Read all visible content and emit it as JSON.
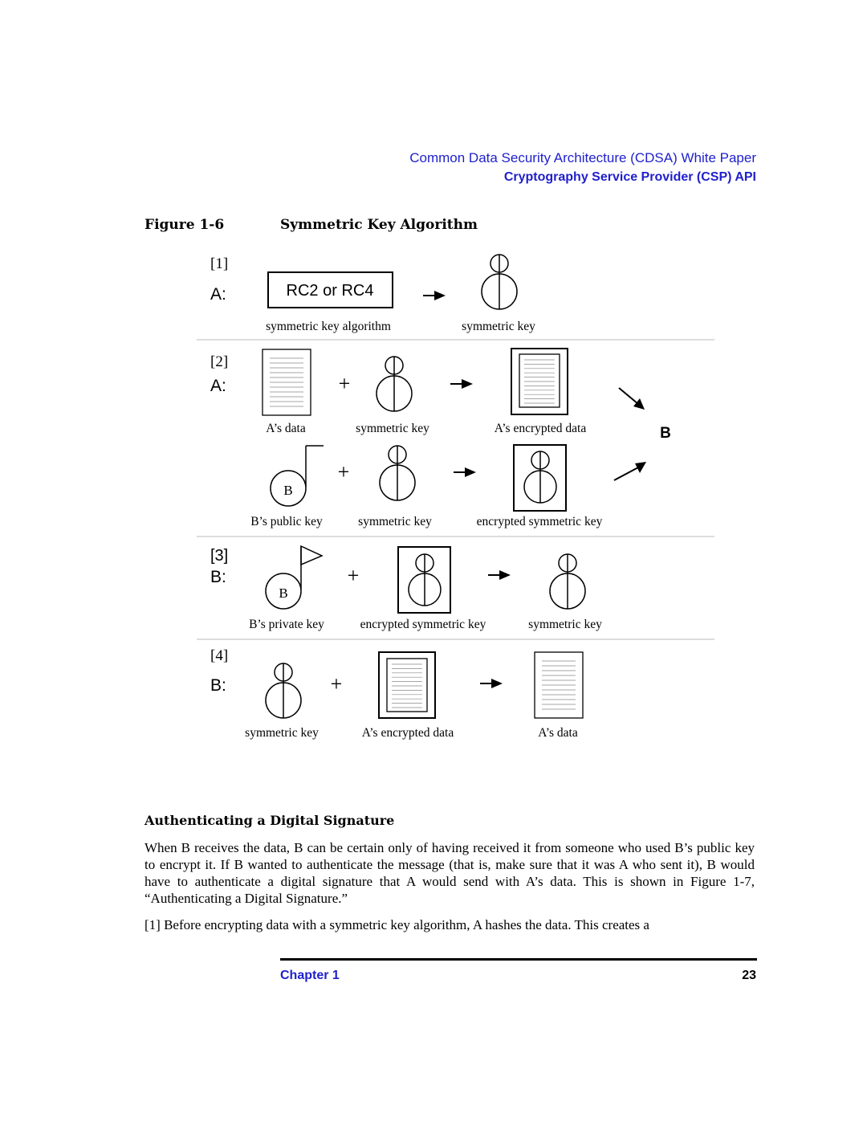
{
  "header": {
    "doc_title": "Common Data Security Architecture (CDSA) White Paper",
    "section_title": "Cryptography Service Provider (CSP) API"
  },
  "figure": {
    "number": "Figure 1-6",
    "title": "Symmetric Key Algorithm",
    "step1": {
      "num": "[1]",
      "actor": "A:",
      "algo_box": "RC2 or RC4",
      "label_algo": "symmetric key algorithm",
      "label_key": "symmetric key"
    },
    "step2": {
      "num": "[2]",
      "actor": "A:",
      "label_data": "A’s data",
      "label_key": "symmetric key",
      "label_enc_data": "A’s encrypted data",
      "recipient": "B",
      "pubkey_letter": "B",
      "label_pubkey": "B’s public key",
      "label_key2": "symmetric key",
      "label_enc_key": "encrypted symmetric key"
    },
    "step3": {
      "num": "[3]",
      "actor": "B:",
      "privkey_letter": "B",
      "label_privkey": "B’s private key",
      "label_enc_key": "encrypted symmetric key",
      "label_key": "symmetric key"
    },
    "step4": {
      "num": "[4]",
      "actor": "B:",
      "label_key": "symmetric key",
      "label_enc_data": "A’s encrypted data",
      "label_data": "A’s data"
    },
    "plus": "+"
  },
  "section": {
    "heading": "Authenticating a Digital Signature",
    "paragraph1": "When B receives the data, B can be certain only of having received it from someone who used B’s public key to encrypt it.  If B wanted to authenticate the message (that is, make sure that it was A who sent it), B would have to authenticate a digital signature that A would send with A’s data. This is shown in Figure 1-7, “Authenticating a Digital Signature.”",
    "paragraph2": "[1] Before encrypting data with a symmetric key algorithm, A hashes the data.  This creates a"
  },
  "footer": {
    "chapter": "Chapter 1",
    "page": "23"
  }
}
